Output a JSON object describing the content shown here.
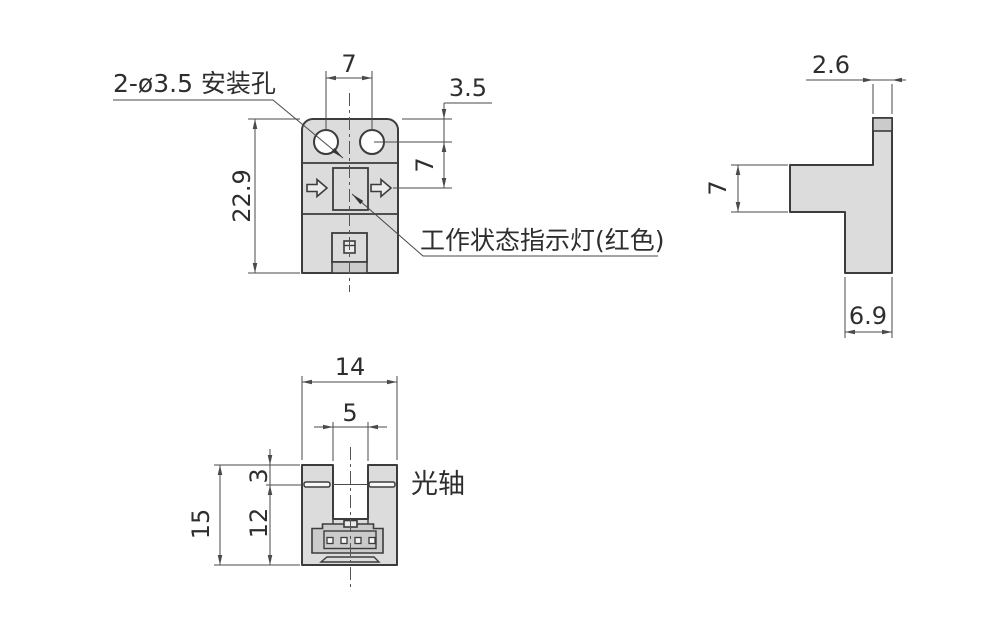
{
  "title": "sensor-dimension-drawing",
  "front_view": {
    "mounting_holes_label": "2-ø3.5 安装孔",
    "indicator_label": "工作状态指示灯(红色)",
    "dim_hole_spacing": "7",
    "dim_overall_height": "22.9",
    "dim_hole_top_offset": "3.5",
    "dim_hole_to_indicator": "7"
  },
  "side_view": {
    "dim_top_width": "2.6",
    "dim_arm_height": "7",
    "dim_bottom_width": "6.9"
  },
  "bottom_view": {
    "optical_axis_label": "光轴",
    "dim_overall_width": "14",
    "dim_slot_width": "5",
    "dim_axis_depth": "3",
    "dim_axis_to_bottom": "12",
    "dim_overall_height": "15"
  },
  "colors": {
    "body_fill": "#dcdcdc",
    "body_fill_dark": "#cbcbcb",
    "stroke": "#3c3c3c",
    "dim_color": "#4a4a4a",
    "text_color": "#2e2e2e",
    "background": "#ffffff"
  }
}
